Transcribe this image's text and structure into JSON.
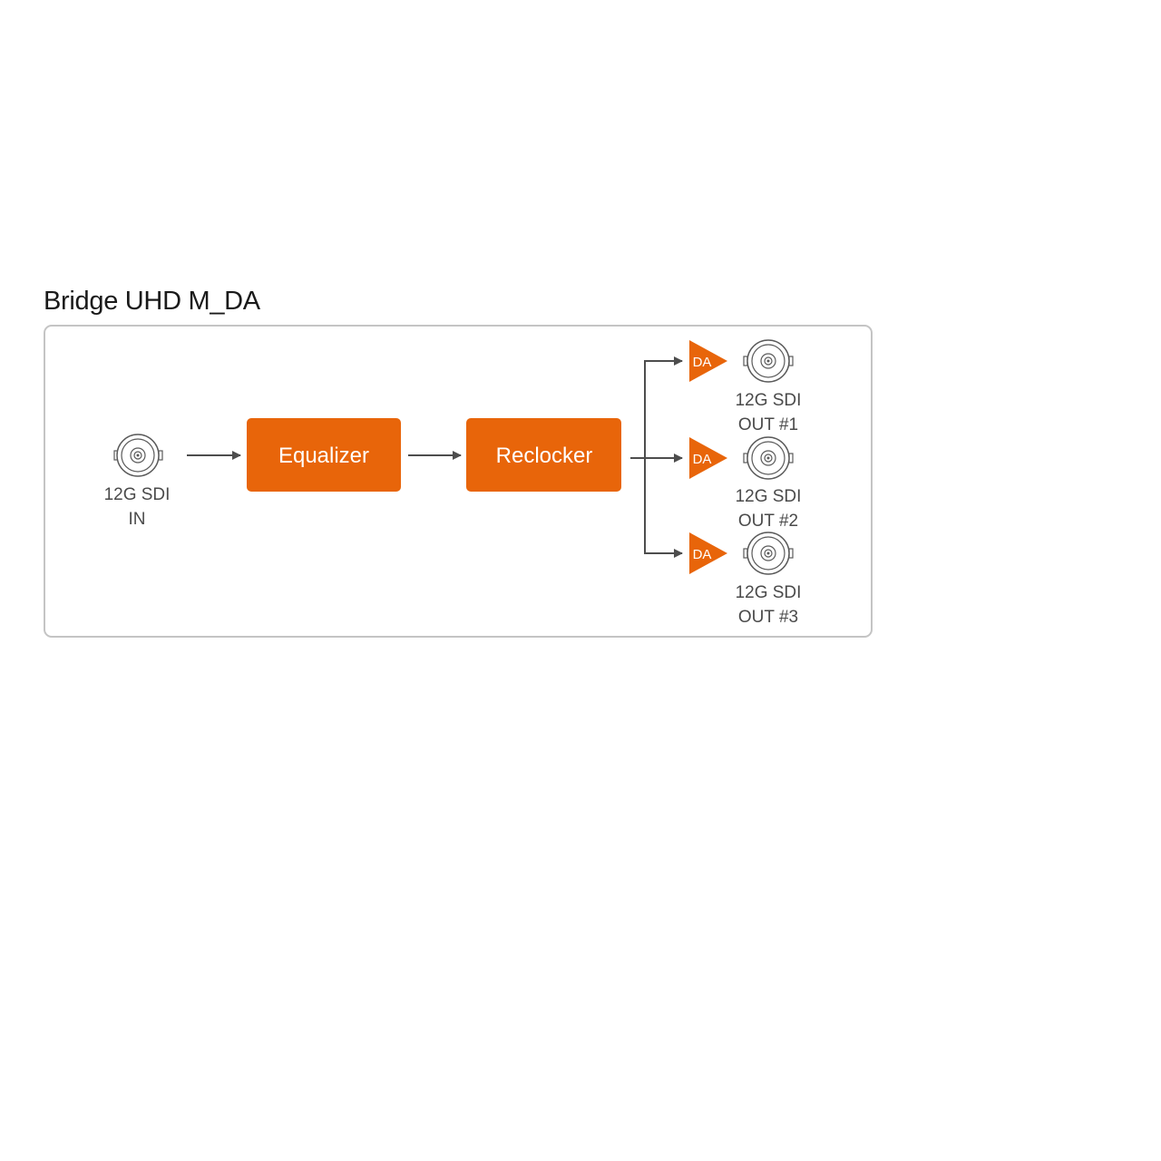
{
  "title": "Bridge UHD M_DA",
  "colors": {
    "accent": "#e8650a",
    "line": "#4d4d4d",
    "connector": "#5a5a5a",
    "panel_border": "#c4c4c4"
  },
  "input": {
    "label_line1": "12G SDI",
    "label_line2": "IN",
    "icon": "bnc-connector-icon"
  },
  "blocks": {
    "equalizer": "Equalizer",
    "reclocker": "Reclocker"
  },
  "outputs": [
    {
      "amp_label": "DA",
      "label_line1": "12G SDI",
      "label_line2": "OUT #1",
      "icon": "bnc-connector-icon"
    },
    {
      "amp_label": "DA",
      "label_line1": "12G SDI",
      "label_line2": "OUT #2",
      "icon": "bnc-connector-icon"
    },
    {
      "amp_label": "DA",
      "label_line1": "12G SDI",
      "label_line2": "OUT #3",
      "icon": "bnc-connector-icon"
    }
  ]
}
